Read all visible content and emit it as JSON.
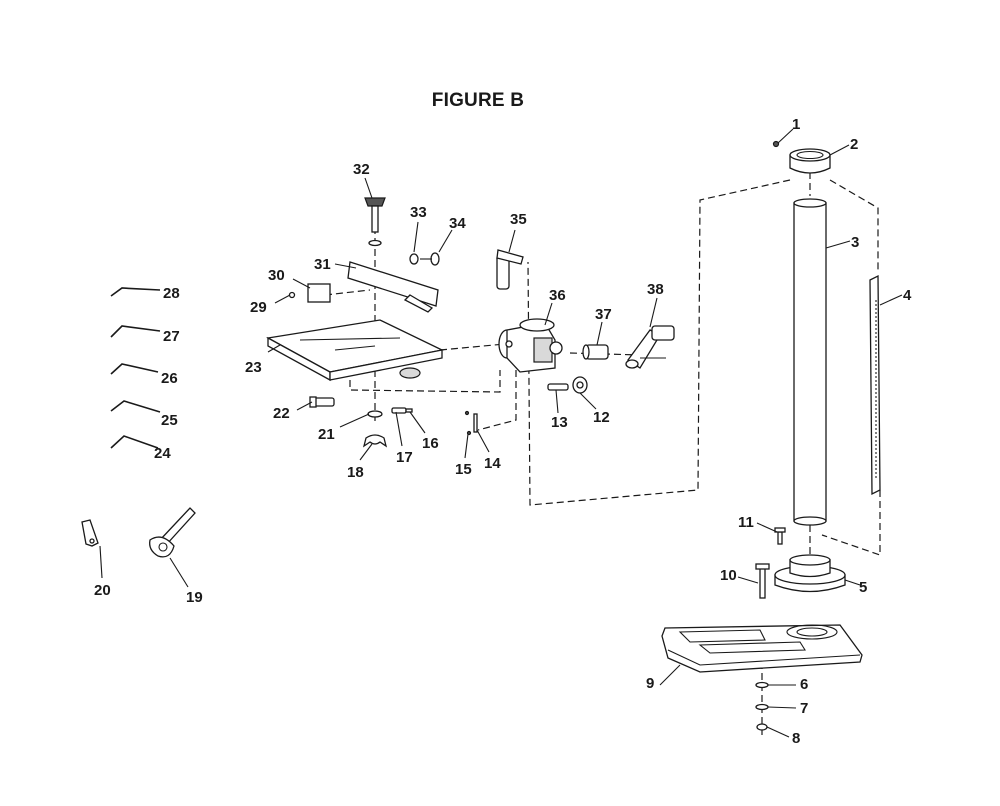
{
  "figure_title": "FIGURE B",
  "callouts": [
    "1",
    "2",
    "3",
    "4",
    "5",
    "6",
    "7",
    "8",
    "9",
    "10",
    "11",
    "12",
    "13",
    "14",
    "15",
    "16",
    "17",
    "18",
    "19",
    "20",
    "21",
    "22",
    "23",
    "24",
    "25",
    "26",
    "27",
    "28",
    "29",
    "30",
    "31",
    "32",
    "33",
    "34",
    "35",
    "36",
    "37",
    "38"
  ]
}
